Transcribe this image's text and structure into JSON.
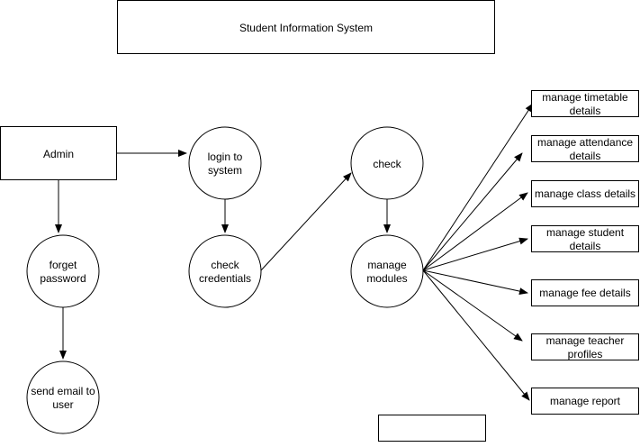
{
  "title": "Student Information System",
  "entities": {
    "admin": "Admin"
  },
  "processes": {
    "login": [
      "login to",
      "system"
    ],
    "check_credentials": [
      "check",
      "credentials"
    ],
    "check": [
      "check"
    ],
    "manage_modules": [
      "manage",
      "modules"
    ],
    "forget_password": [
      "forget",
      "password"
    ],
    "send_email": [
      "send email to",
      "user"
    ]
  },
  "modules": {
    "timetable": [
      "manage timetable",
      "details"
    ],
    "attendance": [
      "manage attendance",
      "details"
    ],
    "class": [
      "manage class details"
    ],
    "student": [
      "manage student",
      "details"
    ],
    "fee": [
      "manage fee details"
    ],
    "teacher": [
      "manage teacher",
      "profiles"
    ],
    "report": [
      "manage report"
    ]
  },
  "empty_box": ""
}
